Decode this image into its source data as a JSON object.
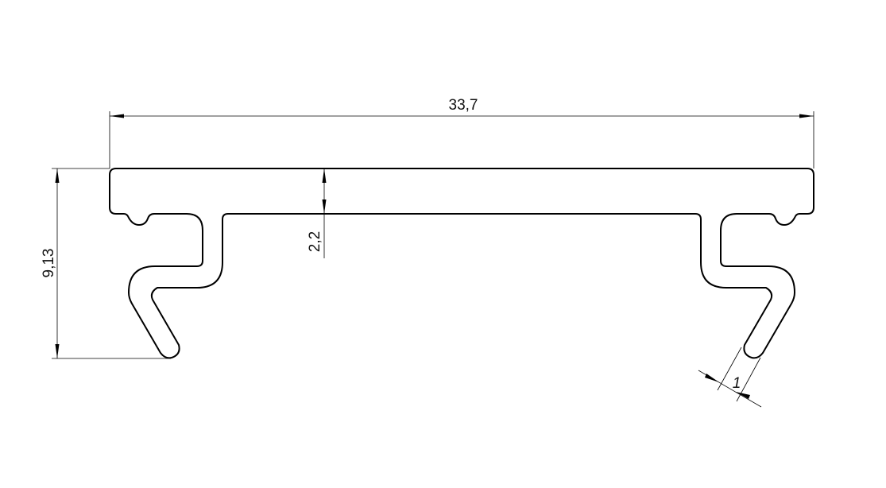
{
  "drawing": {
    "dimensions": {
      "width": "33,7",
      "height": "9,13",
      "top_thickness": "2,2",
      "lip_thickness": "1"
    },
    "colors": {
      "line": "#000000",
      "background": "#ffffff"
    }
  }
}
